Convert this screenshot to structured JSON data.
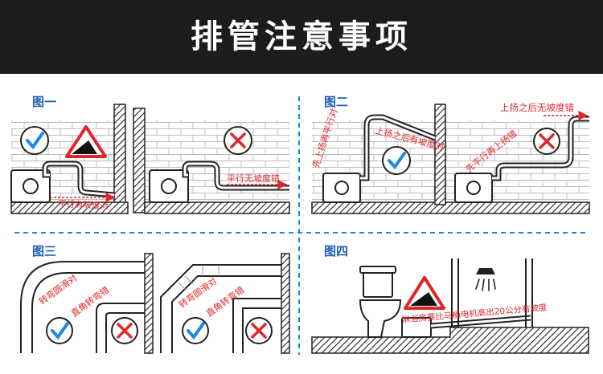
{
  "header": {
    "title": "排管注意事项"
  },
  "colors": {
    "header_bg": "#1c1c1c",
    "accent": "#e1262a",
    "check": "#1e88e5",
    "divider": "#1e88e5",
    "line": "#222222"
  },
  "panels": [
    {
      "label": "图一",
      "annotations": {
        "correct": "平行有坡度对",
        "wrong": "平行无坡度错"
      }
    },
    {
      "label": "图二",
      "annotations": {
        "top_right": "上扬之后无坡度错",
        "left_vertical": "先上扬再平行对",
        "middle": "上扬之后有坡度对",
        "right_diag": "先平行再上扬错"
      }
    },
    {
      "label": "图三",
      "annotations": {
        "left_a": "转弯圆滑对",
        "left_b": "直角转弯错",
        "right_a": "转弯圆滑对",
        "right_b": "直角转弯错"
      }
    },
    {
      "label": "图四",
      "annotations": {
        "note": "淋浴房要比马桶电机高出20公分有坡度"
      }
    }
  ],
  "icons": [
    "check-icon",
    "cross-icon",
    "warning-triangle-icon",
    "shower-head-icon"
  ]
}
